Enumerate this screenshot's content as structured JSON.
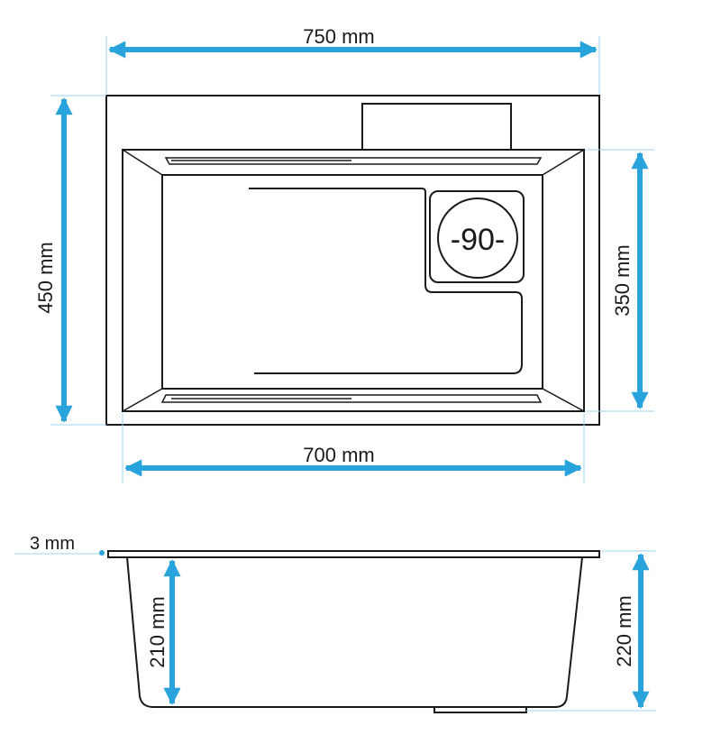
{
  "top_view": {
    "overall_width": "750 mm",
    "overall_depth": "450 mm",
    "bowl_width": "700 mm",
    "bowl_depth": "350 mm",
    "drain_label": "-90-"
  },
  "side_view": {
    "rim_thickness": "3 mm",
    "inner_depth": "210 mm",
    "total_depth": "220 mm"
  },
  "colors": {
    "dimension_arrow": "#29a3dc",
    "outline": "#1a1a1a",
    "extension_line": "#9fd4ef"
  }
}
